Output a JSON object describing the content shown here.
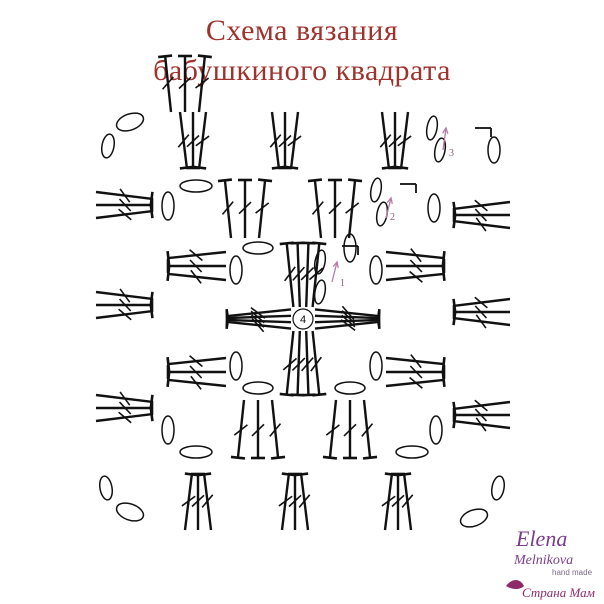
{
  "title": {
    "line1": "Схема вязания",
    "line2": "бабушкиного квадрата"
  },
  "diagram": {
    "center_number": "4",
    "row_numbers": [
      "1",
      "2",
      "3"
    ],
    "colors": {
      "stitch": "#111111",
      "title": "#a0322d",
      "arrow": "#b57ba6"
    }
  },
  "logo": {
    "name_first": "Elena",
    "name_last": "Melnikova",
    "tagline": "hand made",
    "site": "Страна Мам",
    "colors": {
      "elena": "#7a3d8c",
      "site": "#8e2a6a"
    }
  }
}
